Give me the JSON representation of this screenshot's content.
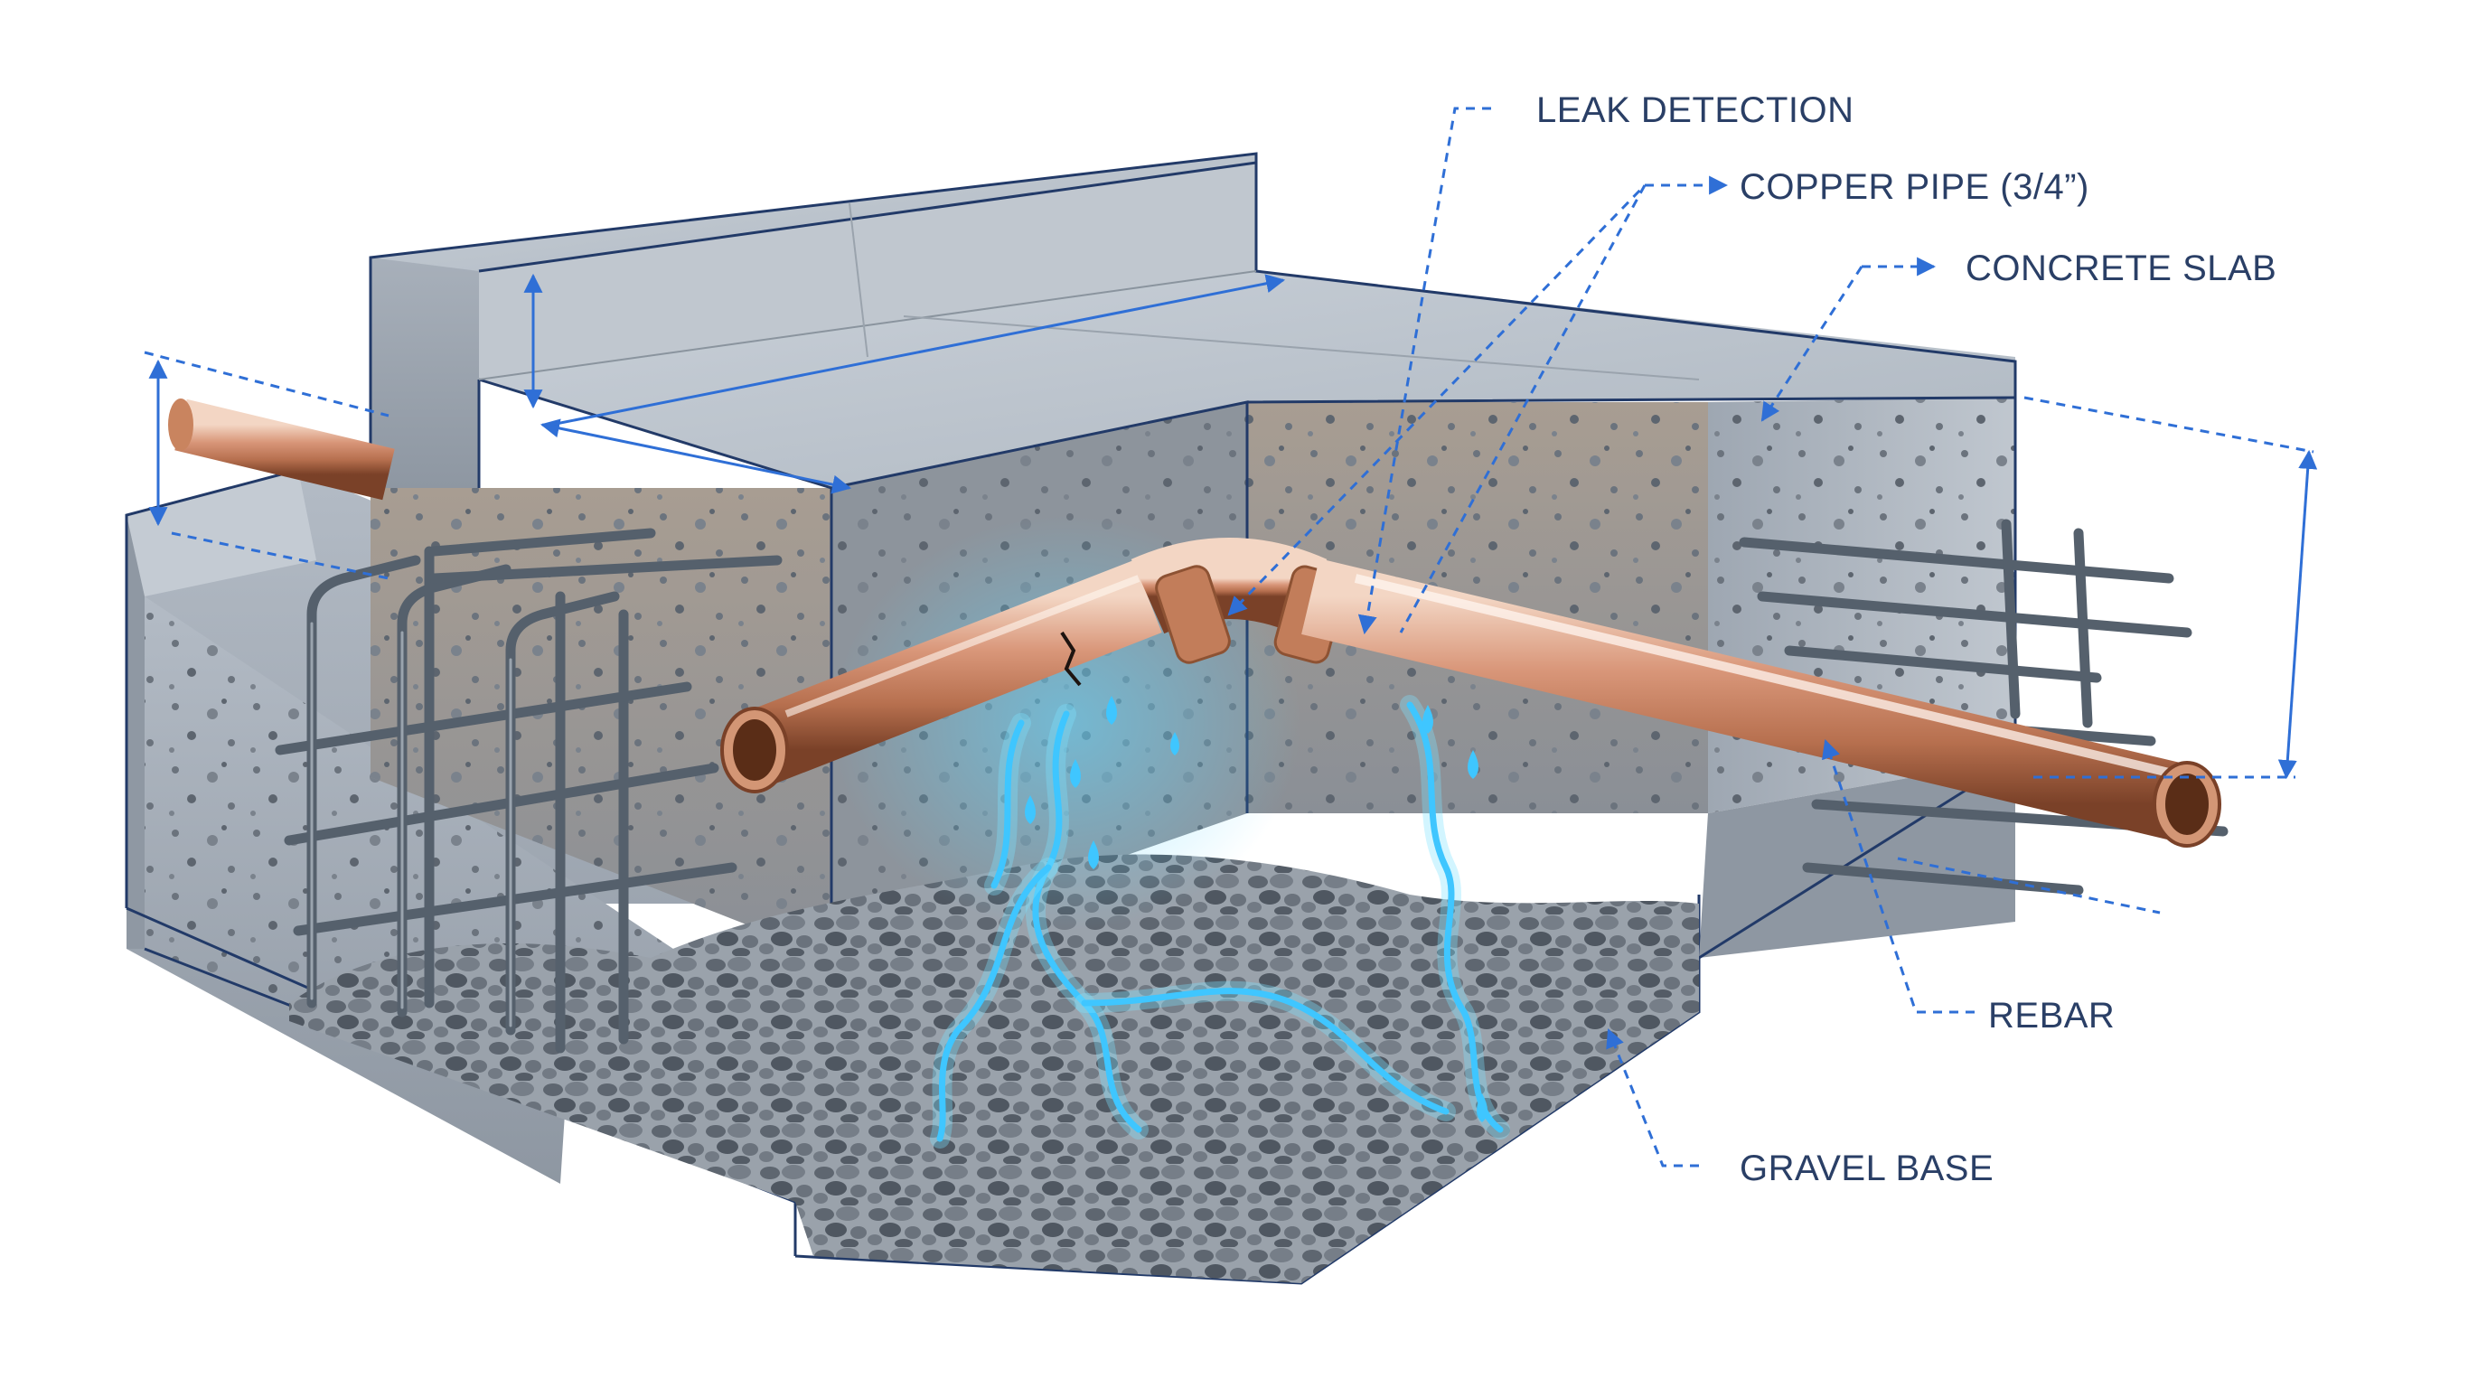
{
  "labels": {
    "leak_detection": "LEAK DETECTION",
    "copper_pipe": "COPPER PIPE (3/4”)",
    "concrete_slab": "CONCRETE SLAB",
    "rebar": "REBAR",
    "gravel_base": "GRAVEL BASE"
  },
  "colors": {
    "annotation_blue": "#2f6fd6",
    "concrete": "#a9b2bc",
    "concrete_dark": "#7f8893",
    "copper": "#c98a66",
    "water": "#3fc6ff",
    "outline": "#223a68"
  }
}
